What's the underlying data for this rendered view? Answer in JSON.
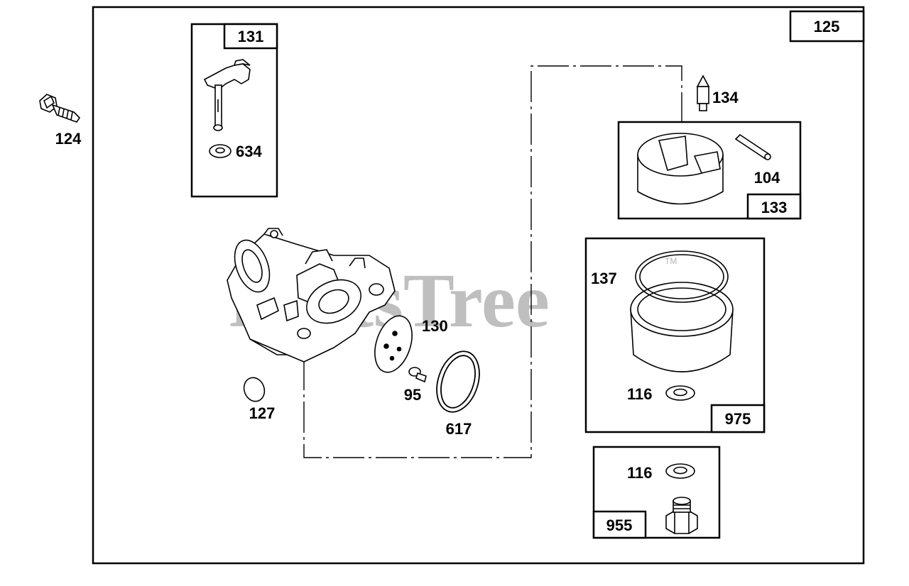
{
  "watermark": {
    "text": "PartsTree",
    "trademark": "TM"
  },
  "parts": {
    "p95": "95",
    "p104": "104",
    "p116a": "116",
    "p116b": "116",
    "p124": "124",
    "p125": "125",
    "p127": "127",
    "p130": "130",
    "p131": "131",
    "p133": "133",
    "p134": "134",
    "p137": "137",
    "p617": "617",
    "p634": "634",
    "p955": "955",
    "p975": "975"
  }
}
